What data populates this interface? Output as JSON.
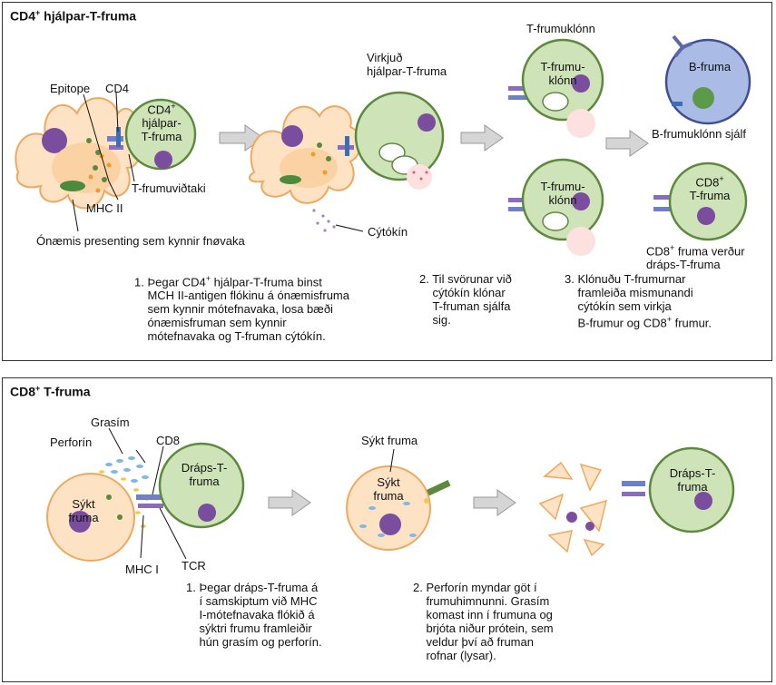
{
  "top_panel": {
    "title": "CD4",
    "title_sup": "+",
    "title_rest": " hjálpar-T-fruma",
    "labels": {
      "epitope": "Epitope",
      "cd4": "CD4",
      "cd4_cell_line1": "CD4",
      "cd4_cell_sup": "+",
      "cd4_cell_line2": "hjálpar-",
      "cd4_cell_line3": "T-fruma",
      "t_receptor": "T-frumuviðtaki",
      "mhc2": "MHC II",
      "apc": "Ónæmis presenting sem kynnir fnøvaka",
      "activated_line1": "Virkjuð",
      "activated_line2": "hjálpar-T-fruma",
      "cytokine": "Cýtókín",
      "clones_title": "T-frumuklónn",
      "clone_line1": "T-frumu-",
      "clone_line2": "klónn",
      "bcell": "B-fruma",
      "bclone": "B-frumuklónn sjálf",
      "cd8_line1": "CD8",
      "cd8_sup": "+",
      "cd8_line2": "T-fruma",
      "cd8_caption_line1": "CD8",
      "cd8_caption_sup": "+",
      "cd8_caption_rest": " fruma verður",
      "cd8_caption_line2": "dráps-T-fruma"
    },
    "steps": {
      "s1_l1a": "1. Þegar CD4",
      "s1_l1sup": "+",
      "s1_l1b": " hjálpar-T-fruma binst",
      "s1_l2": "MCH II-antigen flókinu á ónæmisfruma",
      "s1_l3": "sem kynnir mótefnavaka, losa bæði",
      "s1_l4": "ónæmisfruman sem kynnir",
      "s1_l5": "mótefnavaka og T-fruman cýtókín.",
      "s2_l1": "2. Til svörunar við",
      "s2_l2": "cýtókín klónar",
      "s2_l3": "T-fruman sjálfa",
      "s2_l4": "sig.",
      "s3_l1": "3. Klónuðu T-frumurnar",
      "s3_l2": "framleiða mismunandi",
      "s3_l3": "cýtókín sem virkja",
      "s3_l4a": "B-frumur og CD8",
      "s3_l4sup": "+",
      "s3_l4b": " frumur."
    }
  },
  "bottom_panel": {
    "title": "CD8",
    "title_sup": "+",
    "title_rest": " T-fruma",
    "labels": {
      "grasim": "Grasím",
      "perforin": "Perforín",
      "cd8": "CD8",
      "kill_line1": "Dráps-T-",
      "kill_line2": "fruma",
      "infected_line1": "Sýkt",
      "infected_line2": "fruma",
      "mhc1": "MHC I",
      "tcr": "TCR",
      "infected_title": "Sýkt fruma",
      "infected2_line1": "Sýkt",
      "infected2_line2": "fruma",
      "kill2_line1": "Dráps-T-",
      "kill2_line2": "fruma"
    },
    "steps": {
      "s1_l1": "1. Þegar dráps-T-fruma á",
      "s1_l2": "í samskiptum við MHC",
      "s1_l3": "I-mótefnavaka flókið á",
      "s1_l4": "sýktri frumu framleiðir",
      "s1_l5": "hún grasím og perforín.",
      "s2_l1": "2. Perforín myndar göt í",
      "s2_l2": "frumuhimnunni. Grasím",
      "s2_l3": "komast inn í frumuna og",
      "s2_l4": "brjóta niður prótein, sem",
      "s2_l5": "veldur því að fruman",
      "s2_l6": "rofnar (lysar)."
    }
  },
  "colors": {
    "green_cell": "#cfe3b8",
    "green_border": "#5c8a3c",
    "nucleus": "#7b4d9e",
    "apc_fill": "#fde3c4",
    "apc_border": "#f0a860",
    "bcell_fill": "#aabbe6",
    "bcell_border": "#3f4f8f",
    "arrow": "#d5d5d5"
  }
}
